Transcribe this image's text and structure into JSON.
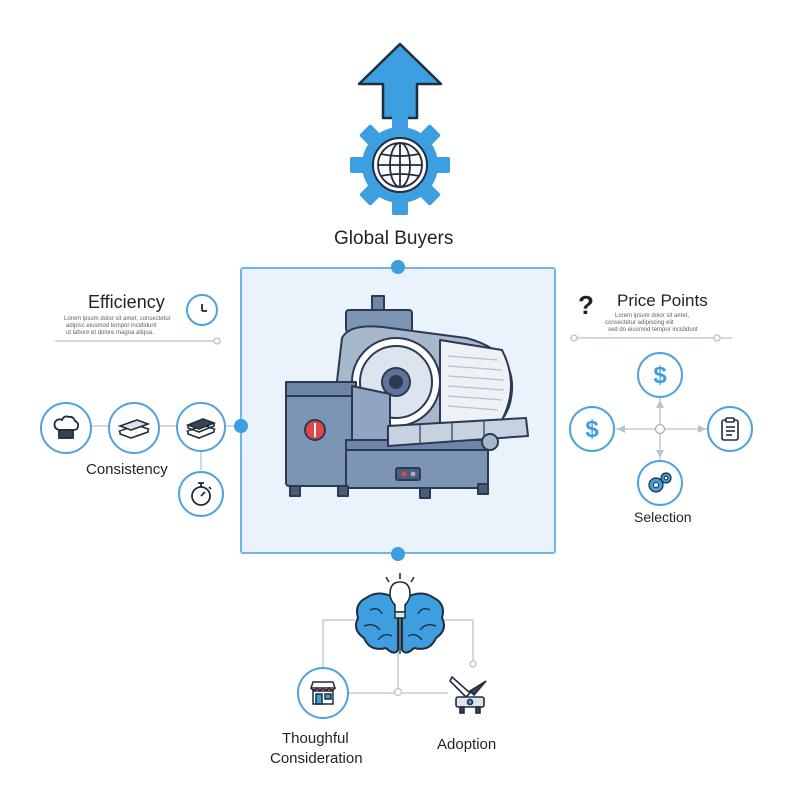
{
  "top": {
    "title": "Global Buyers"
  },
  "left": {
    "efficiency_title": "Efficiency",
    "efficiency_text": [
      "Lorem ipsum dolor sit amet, consectetur",
      "adipisc eiusmod tempor incididunt",
      "ut labore et dolore magna aliqua."
    ],
    "consistency_label": "Consistency"
  },
  "right": {
    "question_mark": "?",
    "price_title": "Price Points",
    "price_text": [
      "Lorem ipsum dolor sit amet,",
      "consectetur adipiscing elit",
      "sed do eiusmod tempor incididunt"
    ],
    "selection_label": "Selection"
  },
  "bottom": {
    "thoughtful_label_line1": "Thoughful",
    "thoughtful_label_line2": "Consideration",
    "adoption_label": "Adoption"
  },
  "colors": {
    "accent": "#3d9ee0",
    "ring": "#4fa3dc",
    "panel_bg": "#eaf3fb",
    "machine_body": "#7d95b5",
    "machine_dark": "#4a5d7a",
    "red_button": "#e04848"
  },
  "icons": {
    "top_arrow": "up-arrow-icon",
    "top_gear": "globe-gear-icon",
    "left": [
      "chef-hat-icon",
      "meat-slices-icon",
      "meat-stack-icon",
      "stopwatch-icon"
    ],
    "efficiency": "clock-icon",
    "right": [
      "dollar-icon",
      "dollar-icon",
      "clipboard-icon",
      "gears-icon"
    ],
    "bottom": [
      "brain-bulb-icon",
      "storefront-icon",
      "slicer-knife-icon"
    ],
    "center": "meat-slicer-icon"
  }
}
